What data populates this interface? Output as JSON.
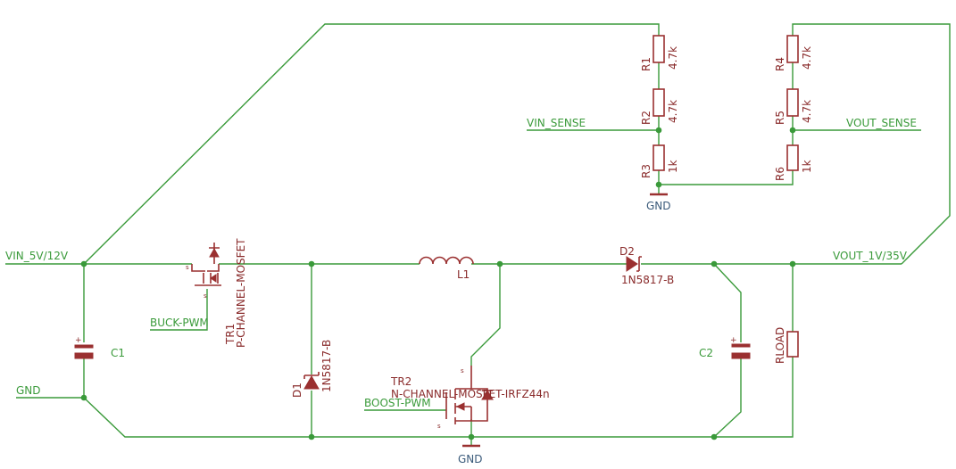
{
  "colors": {
    "wire": "#3a9a3a",
    "symbol": "#9a3030",
    "part_label": "#8a2c2c",
    "ground_label": "#3a5a7a",
    "background": "#ffffff"
  },
  "nets": {
    "vin": "VIN_5V/12V",
    "gnd": "GND",
    "buck_pwm": "BUCK-PWM",
    "boost_pwm": "BOOST-PWM",
    "vin_sense": "VIN_SENSE",
    "vout_sense": "VOUT_SENSE",
    "vout": "VOUT_1V/35V"
  },
  "grounds": {
    "bottom": "GND",
    "divider": "GND"
  },
  "components": {
    "c1": {
      "name": "C1",
      "polarity": "+"
    },
    "c2": {
      "name": "C2",
      "polarity": "+"
    },
    "tr1": {
      "name": "TR1",
      "value": "P-CHANNEL-MOSFET"
    },
    "tr2": {
      "name": "TR2",
      "value": "N-CHANNEL-MOSFET-IRFZ44n"
    },
    "d1": {
      "name": "D1",
      "value": "1N5817-B"
    },
    "d2": {
      "name": "D2",
      "value": "1N5817-B"
    },
    "l1": {
      "name": "L1"
    },
    "rload": {
      "name": "RLOAD"
    },
    "r1": {
      "name": "R1",
      "value": "4.7k"
    },
    "r2": {
      "name": "R2",
      "value": "4.7k"
    },
    "r3": {
      "name": "R3",
      "value": "1k"
    },
    "r4": {
      "name": "R4",
      "value": "4.7k"
    },
    "r5": {
      "name": "R5",
      "value": "4.7k"
    },
    "r6": {
      "name": "R6",
      "value": "1k"
    }
  }
}
